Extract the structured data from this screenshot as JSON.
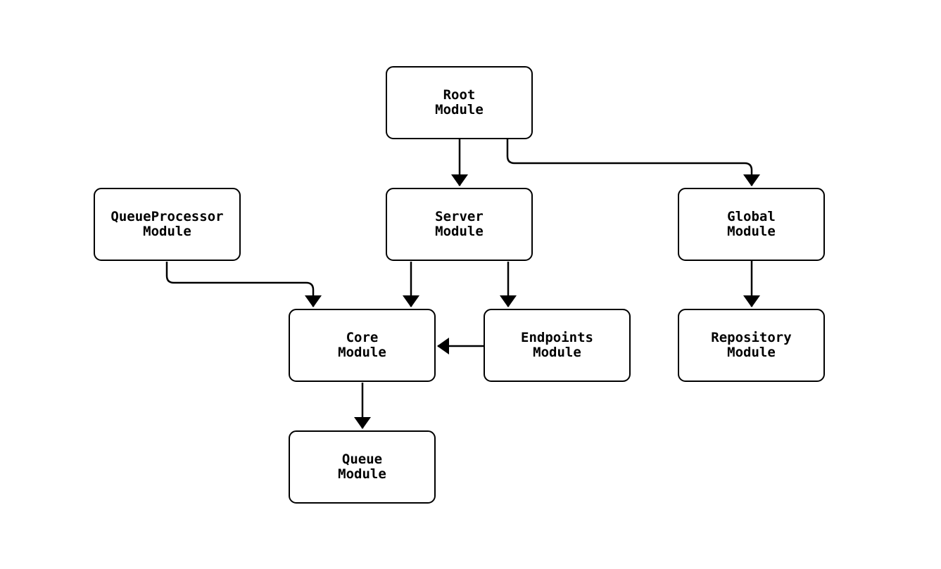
{
  "diagram": {
    "type": "module-dependency-graph",
    "colors": {
      "background": "#ffffff",
      "node_fill": "#ffffff",
      "stroke": "#000000",
      "text": "#000000"
    },
    "nodes": {
      "root": {
        "label": "Root\nModule"
      },
      "queueprocessor": {
        "label": "QueueProcessor\nModule"
      },
      "server": {
        "label": "Server\nModule"
      },
      "global": {
        "label": "Global\nModule"
      },
      "core": {
        "label": "Core\nModule"
      },
      "endpoints": {
        "label": "Endpoints\nModule"
      },
      "repository": {
        "label": "Repository\nModule"
      },
      "queue": {
        "label": "Queue\nModule"
      }
    },
    "edges": [
      {
        "from": "Root Module",
        "to": "Server Module"
      },
      {
        "from": "Root Module",
        "to": "Global Module"
      },
      {
        "from": "QueueProcessor Module",
        "to": "Core Module"
      },
      {
        "from": "Server Module",
        "to": "Core Module"
      },
      {
        "from": "Server Module",
        "to": "Endpoints Module"
      },
      {
        "from": "Endpoints Module",
        "to": "Core Module"
      },
      {
        "from": "Global Module",
        "to": "Repository Module"
      },
      {
        "from": "Core Module",
        "to": "Queue Module"
      }
    ]
  }
}
